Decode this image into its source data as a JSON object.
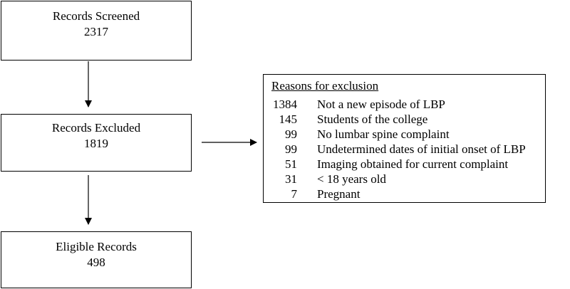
{
  "flow": {
    "screened": {
      "title": "Records Screened",
      "count": "2317"
    },
    "excluded": {
      "title": "Records Excluded",
      "count": "1819"
    },
    "eligible": {
      "title": "Eligible Records",
      "count": "498"
    }
  },
  "exclusion": {
    "heading": "Reasons for exclusion",
    "reasons": [
      {
        "count": "1384",
        "label": "Not a new episode of LBP"
      },
      {
        "count": "145",
        "label": "Students of the college"
      },
      {
        "count": "99",
        "label": "No lumbar spine complaint"
      },
      {
        "count": "99",
        "label": "Undetermined dates of initial onset of LBP"
      },
      {
        "count": "51",
        "label": "Imaging obtained for current complaint"
      },
      {
        "count": "31",
        "label": "< 18 years old"
      },
      {
        "count": "7",
        "label": "Pregnant"
      }
    ]
  }
}
